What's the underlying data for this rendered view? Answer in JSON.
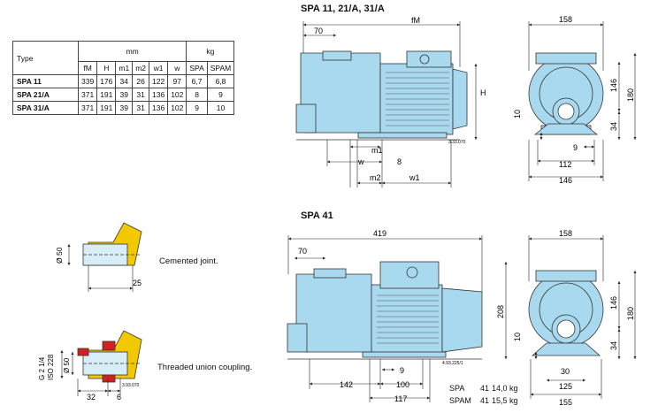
{
  "table": {
    "type_header": "Type",
    "unit_mm": "mm",
    "unit_kg": "kg",
    "columns": [
      "fM",
      "H",
      "m1",
      "m2",
      "w1",
      "w",
      "SPA",
      "SPAM"
    ],
    "rows": [
      {
        "type": "SPA 11",
        "values": [
          "339",
          "176",
          "34",
          "26",
          "122",
          "97",
          "6,7",
          "6,8"
        ]
      },
      {
        "type": "SPA 21/A",
        "values": [
          "371",
          "191",
          "39",
          "31",
          "136",
          "102",
          "8",
          "9"
        ]
      },
      {
        "type": "SPA 31/A",
        "values": [
          "371",
          "191",
          "39",
          "31",
          "136",
          "102",
          "9",
          "10"
        ]
      }
    ]
  },
  "top_drawing": {
    "title": "SPA 11, 21/A, 31/A",
    "dims": {
      "d70": "70",
      "fM": "fM",
      "H": "H",
      "m1": "m1",
      "d8": "8",
      "w": "w",
      "m2": "m2",
      "w1": "w1",
      "ref": "3.33.070"
    },
    "front": {
      "d158": "158",
      "d146": "146",
      "d180": "180",
      "d10": "10",
      "d34": "34",
      "d9": "9",
      "d112": "112",
      "d146b": "146"
    }
  },
  "bottom_drawing": {
    "title": "SPA 41",
    "dims": {
      "d419": "419",
      "d70": "70",
      "d208": "208",
      "d9": "9",
      "d142": "142",
      "d100": "100",
      "d117": "117",
      "ref": "4.93.225/1"
    },
    "front": {
      "d158": "158",
      "d146": "146",
      "d180": "180",
      "d10": "10",
      "d34": "34",
      "d30": "30",
      "d125": "125",
      "d155": "155"
    },
    "weights": [
      {
        "model": "SPA",
        "size": "41",
        "weight": "14,0 kg"
      },
      {
        "model": "SPAM",
        "size": "41",
        "weight": "15,5 kg"
      }
    ]
  },
  "joints": {
    "cemented": {
      "caption": "Cemented joint.",
      "d50": "Ø 50",
      "d25": "25"
    },
    "threaded": {
      "caption": "Threaded union coupling.",
      "g": "G 2 1/4",
      "iso": "ISO 228",
      "d50": "Ø 50",
      "d32": "32",
      "d6": "6",
      "ref": "3.93.070"
    }
  },
  "colors": {
    "pump": "#a9d9ee",
    "joint": "#f2c800",
    "seal": "#d42020",
    "line": "#222222"
  }
}
